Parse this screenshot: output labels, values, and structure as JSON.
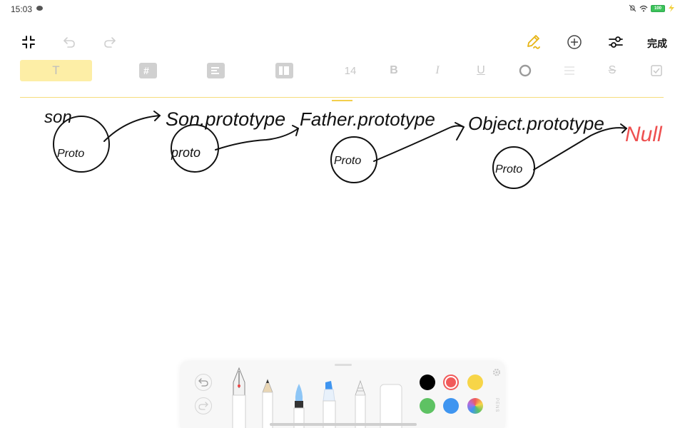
{
  "status_bar": {
    "time": "15:03",
    "battery": "100",
    "icons": [
      "message-icon",
      "mute-icon",
      "wifi-icon",
      "battery-icon",
      "charging-icon"
    ]
  },
  "toolbar": {
    "done_label": "完成",
    "icons": [
      "exit-fullscreen-icon",
      "undo-icon",
      "redo-icon",
      "pen-mode-icon",
      "add-icon",
      "settings-icon"
    ]
  },
  "format_bar": {
    "text_label": "T",
    "font_size": "14",
    "bold_label": "B",
    "italic_label": "I",
    "underline_label": "U",
    "strike_label": "S"
  },
  "canvas": {
    "handwriting": {
      "son": "son",
      "son_proto": "Proto",
      "son_prototype": "Son.prototype",
      "son_prototype_proto": "proto",
      "father_prototype": "Father.prototype",
      "father_prototype_proto": "Proto",
      "object_prototype": "Object.prototype",
      "object_prototype_proto": "Proto",
      "null": "Null"
    }
  },
  "pen_panel": {
    "side_label": "PENS",
    "tools": [
      "fountain-pen",
      "pencil",
      "brush",
      "highlighter",
      "ballpoint",
      "eraser"
    ],
    "colors": {
      "black": "#000000",
      "red": "#f15a5a",
      "yellow": "#f7d548",
      "green": "#5ec263",
      "blue": "#3f95f0"
    },
    "selected_color": "red",
    "accent": "#f3c31a"
  }
}
